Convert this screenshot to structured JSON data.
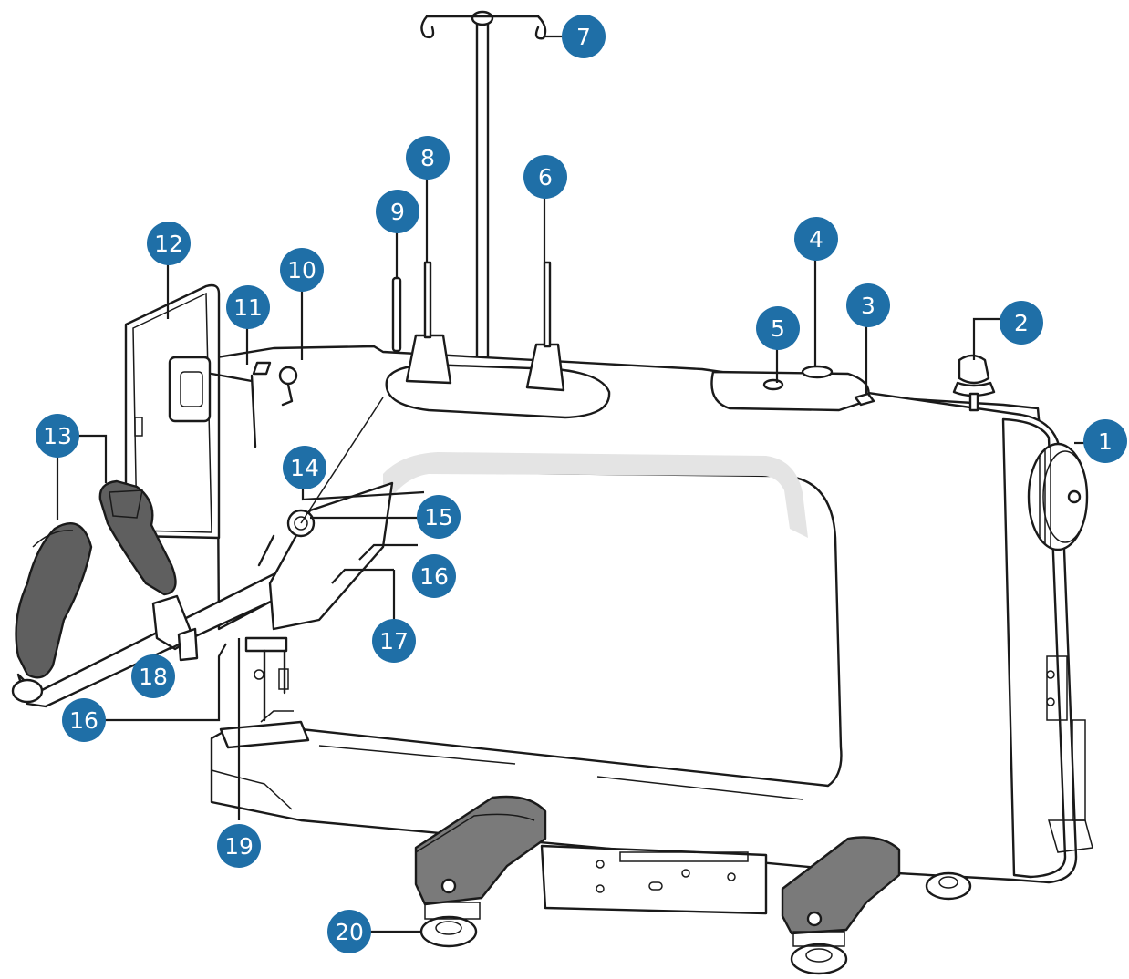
{
  "diagram": {
    "colors": {
      "badge": "#1f6fa7",
      "badge_text": "#ffffff",
      "line": "#1a1a1a",
      "body": "#ffffff",
      "shadow": "#e4e4e4",
      "grip": "#5f5f5f",
      "foot": "#7a7a7a"
    },
    "callouts": [
      {
        "id": "c1",
        "label": "1"
      },
      {
        "id": "c2",
        "label": "2"
      },
      {
        "id": "c3",
        "label": "3"
      },
      {
        "id": "c4",
        "label": "4"
      },
      {
        "id": "c5",
        "label": "5"
      },
      {
        "id": "c6",
        "label": "6"
      },
      {
        "id": "c7",
        "label": "7"
      },
      {
        "id": "c8",
        "label": "8"
      },
      {
        "id": "c9",
        "label": "9"
      },
      {
        "id": "c10",
        "label": "10"
      },
      {
        "id": "c11",
        "label": "11"
      },
      {
        "id": "c12",
        "label": "12"
      },
      {
        "id": "c13",
        "label": "13"
      },
      {
        "id": "c14",
        "label": "14"
      },
      {
        "id": "c15",
        "label": "15"
      },
      {
        "id": "c16a",
        "label": "16"
      },
      {
        "id": "c17",
        "label": "17"
      },
      {
        "id": "c18",
        "label": "18"
      },
      {
        "id": "c16b",
        "label": "16"
      },
      {
        "id": "c19",
        "label": "19"
      },
      {
        "id": "c20",
        "label": "20"
      }
    ]
  }
}
